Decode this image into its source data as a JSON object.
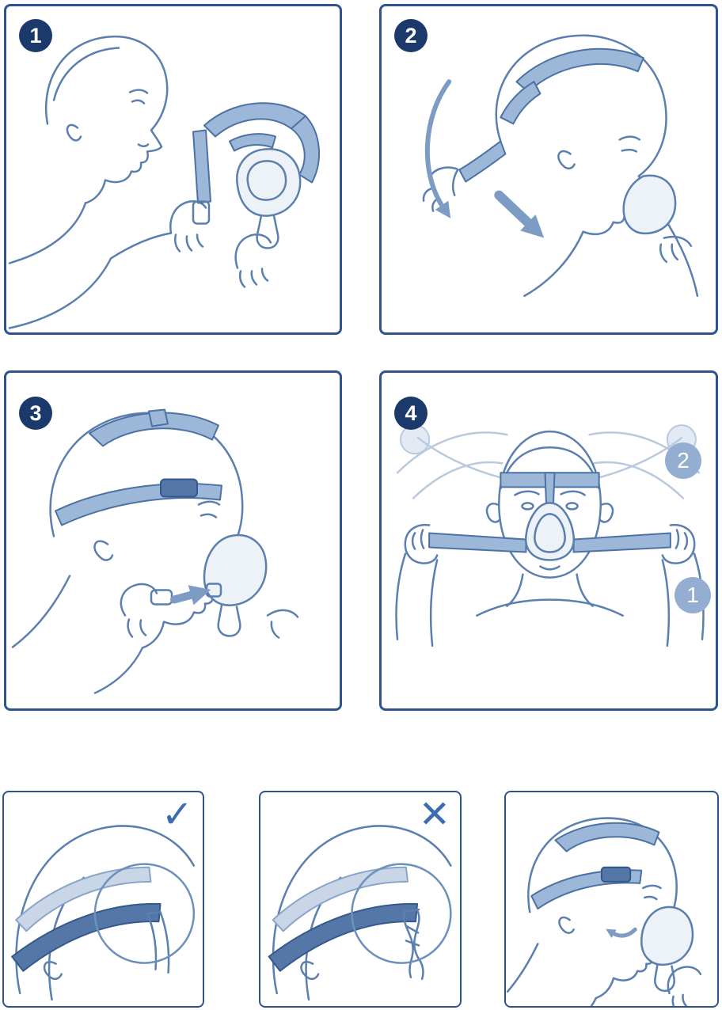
{
  "colors": {
    "panel_border": "#2e5390",
    "line_art": "#5b7fae",
    "strap_fill": "#9db7d8",
    "strap_dark": "#5577a8",
    "badge_background": "#1b3a6b",
    "badge_text": "#ffffff",
    "annotation_circle": "#93aed0",
    "annotation_text": "#ffffff",
    "arrow": "#7d9cc4",
    "mark": "#3d6cb3"
  },
  "steps": [
    {
      "number": "1"
    },
    {
      "number": "2"
    },
    {
      "number": "3"
    },
    {
      "number": "4"
    }
  ],
  "step4_annotations": {
    "upper": {
      "label": "2"
    },
    "lower": {
      "label": "1"
    }
  },
  "result_panels": {
    "correct": {
      "mark": "✓",
      "icon": "check-icon"
    },
    "incorrect": {
      "mark": "✕",
      "icon": "cross-icon"
    },
    "final": {
      "mark": ""
    }
  }
}
